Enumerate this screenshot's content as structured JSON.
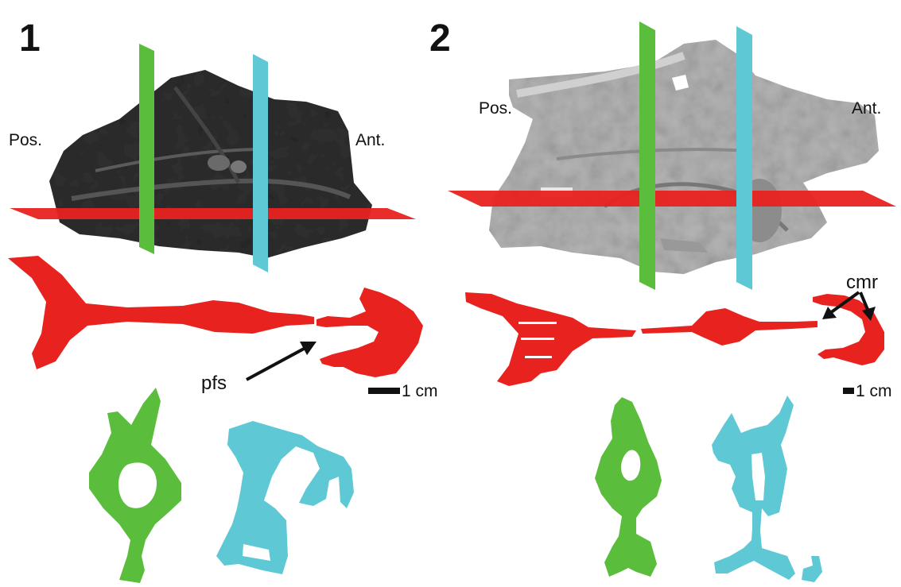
{
  "panels": [
    {
      "number": "1",
      "posterior": "Pos.",
      "anterior": "Ant.",
      "callout": "pfs",
      "scale": "1 cm"
    },
    {
      "number": "2",
      "posterior": "Pos.",
      "anterior": "Ant.",
      "callout": "cmr",
      "scale": "1 cm"
    }
  ],
  "colors": {
    "horizontal_section": "#e8221f",
    "green_section": "#5bbd3c",
    "cyan_section": "#5ec8d4",
    "specimen_1": "#2a2a2a",
    "specimen_2": "#a9a9a9"
  }
}
